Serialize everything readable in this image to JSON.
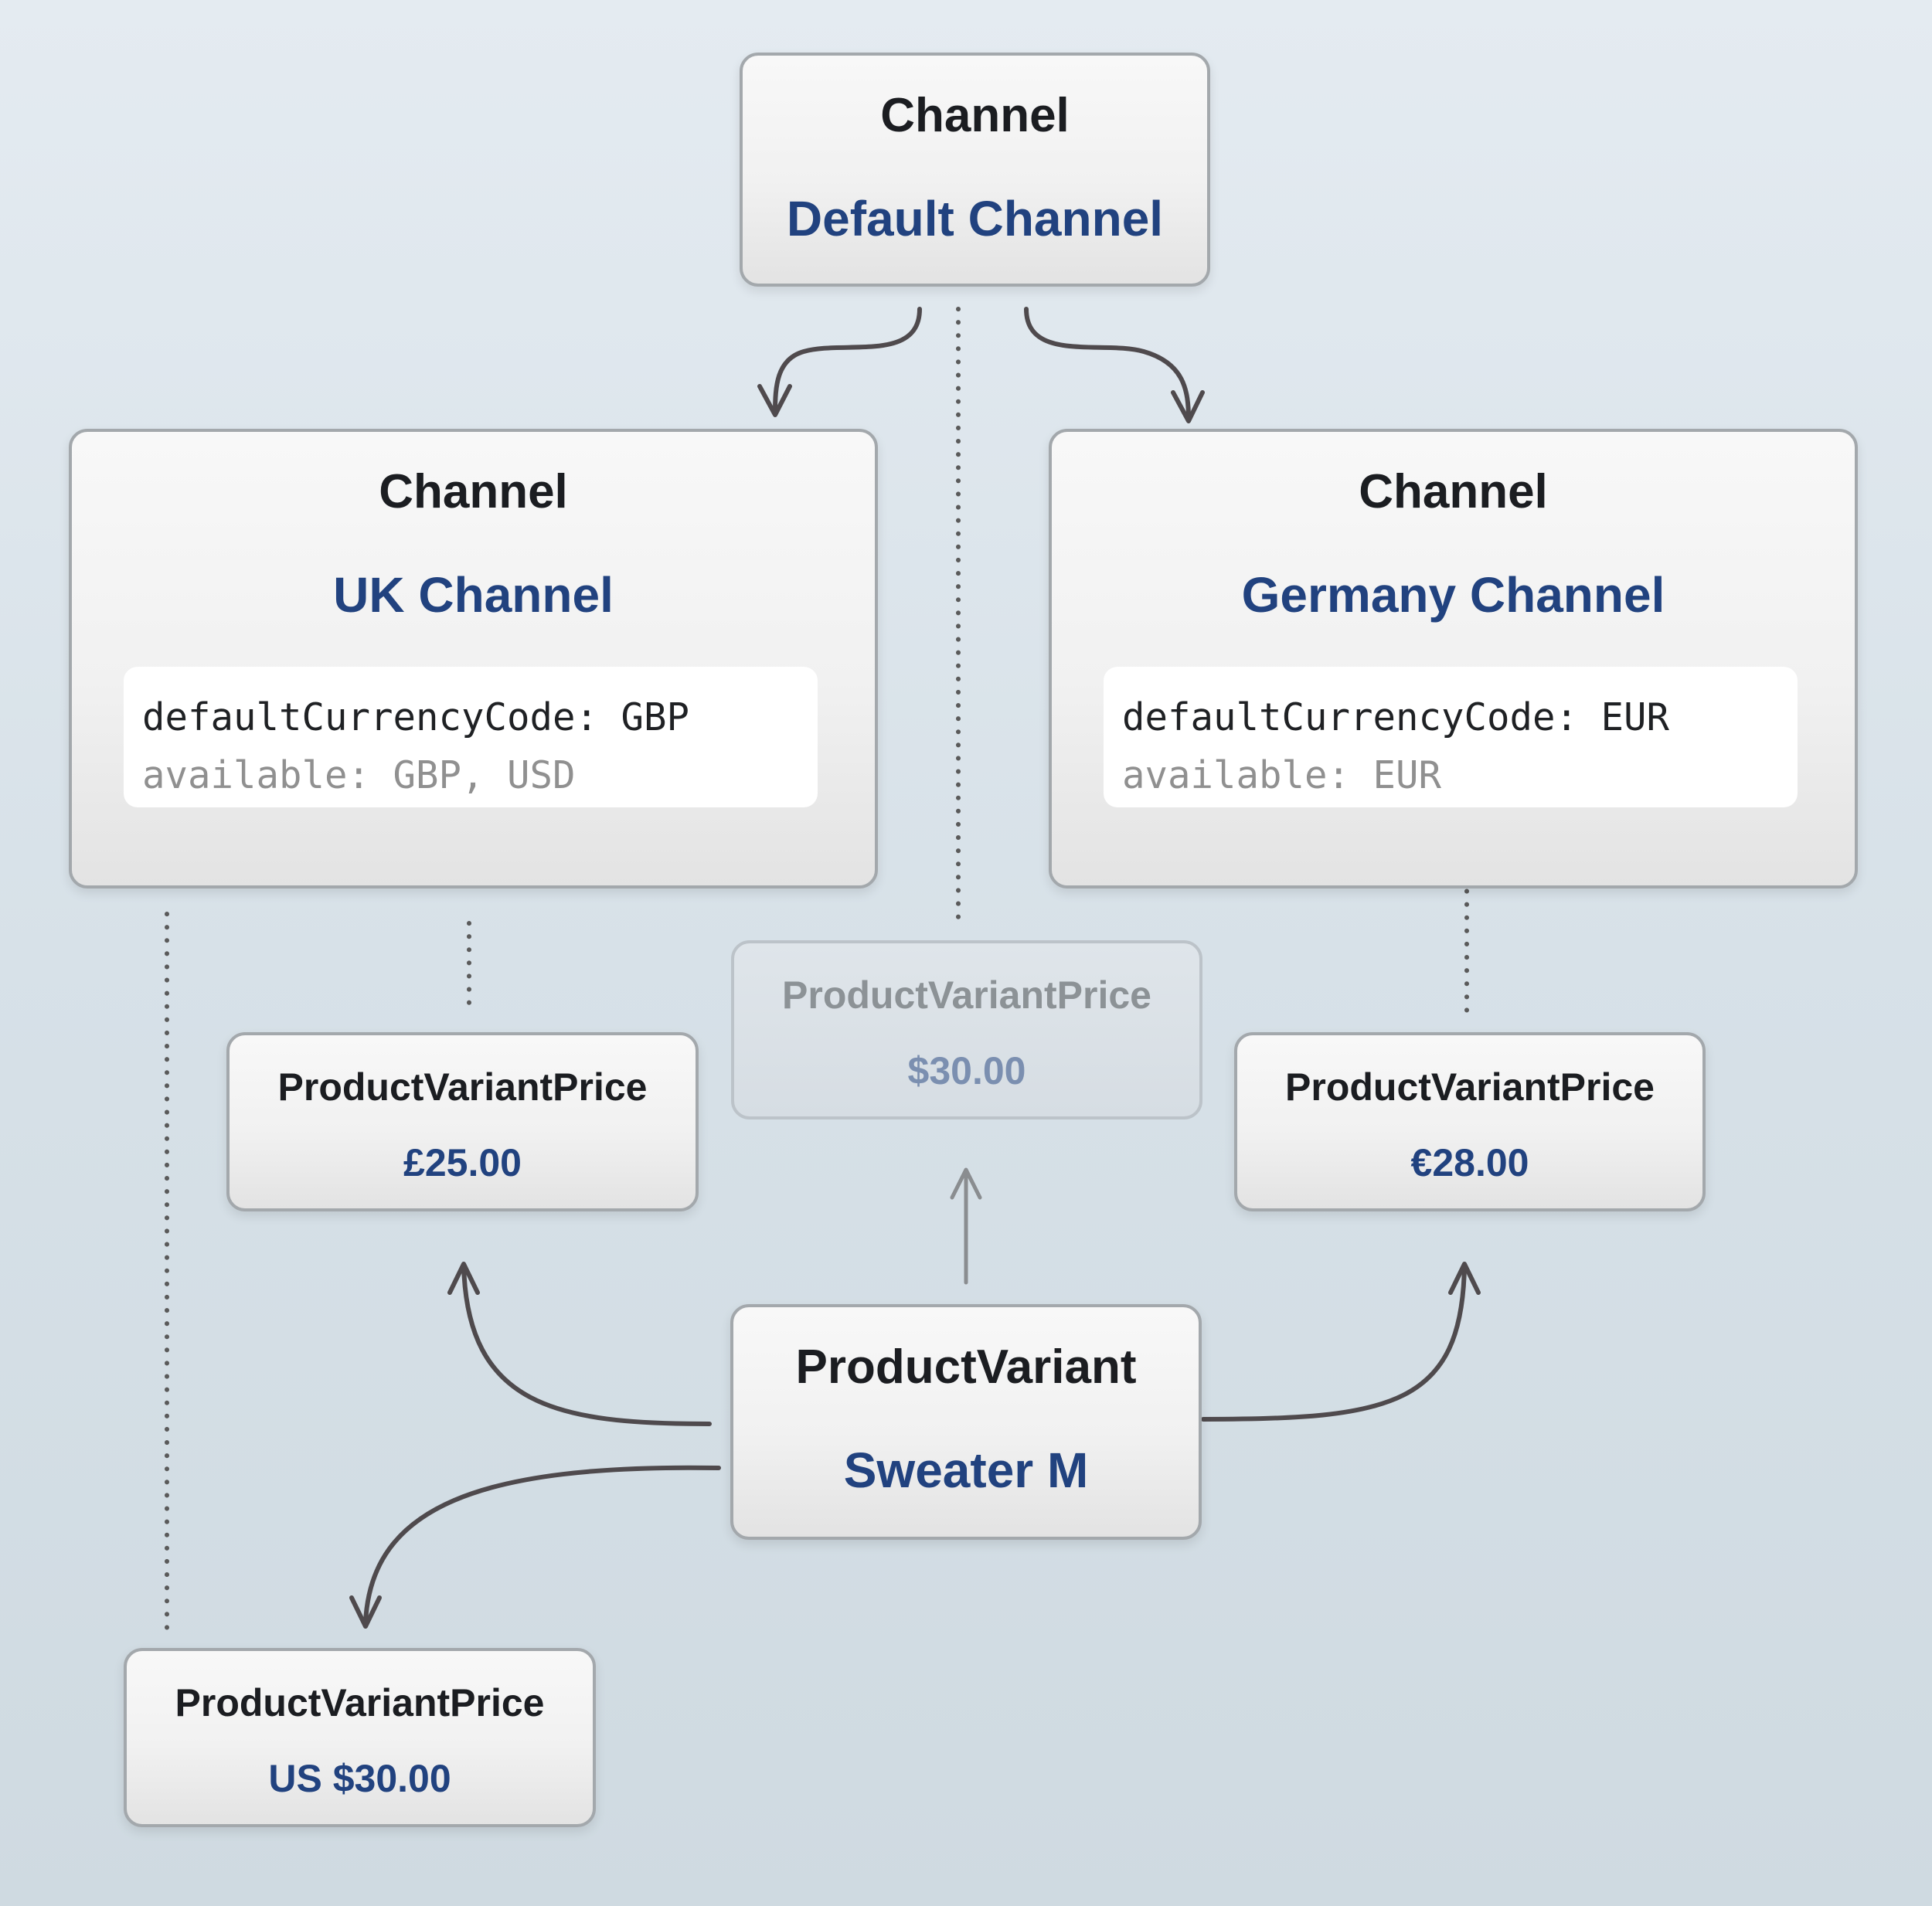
{
  "default_channel": {
    "kind": "Channel",
    "name": "Default Channel"
  },
  "uk_channel": {
    "kind": "Channel",
    "name": "UK Channel",
    "default_currency_line": "defaultCurrencyCode: GBP",
    "available_line": "available: GBP, USD"
  },
  "germany_channel": {
    "kind": "Channel",
    "name": "Germany Channel",
    "default_currency_line": "defaultCurrencyCode: EUR",
    "available_line": "available: EUR"
  },
  "price_gbp": {
    "kind": "ProductVariantPrice",
    "value": "£25.00"
  },
  "price_default": {
    "kind": "ProductVariantPrice",
    "value": "$30.00"
  },
  "price_eur": {
    "kind": "ProductVariantPrice",
    "value": "€28.00"
  },
  "product_variant": {
    "kind": "ProductVariant",
    "name": "Sweater M"
  },
  "price_usd": {
    "kind": "ProductVariantPrice",
    "value": "US $30.00"
  },
  "colors": {
    "title_text": "#1b1d21",
    "name_text": "#21427f",
    "arrow": "#4f4a4d",
    "arrow_faded": "#8a8d90",
    "dotted_line": "#5a5a5a"
  }
}
